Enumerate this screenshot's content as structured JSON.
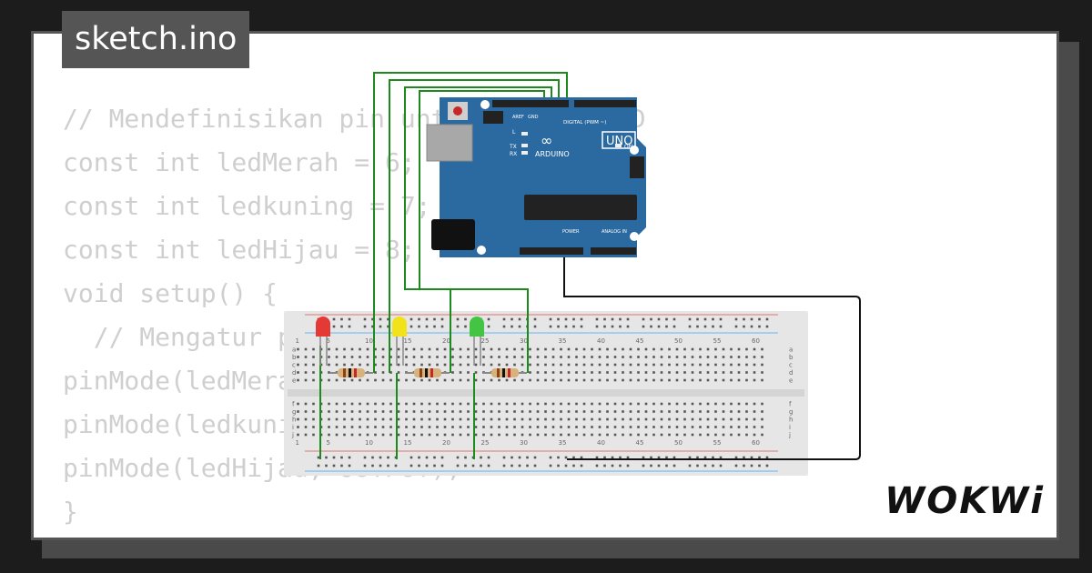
{
  "tab": {
    "title": "sketch.ino"
  },
  "code": {
    "lines": [
      "// Mendefinisikan pin untuk setiap LED",
      "const int ledMerah = 6;",
      "const int ledkuning = 7;",
      "const int ledHijau = 8;",
      "",
      "void setup() {",
      "  // Mengatur pin sebagai OUTPUT",
      "pinMode(ledMerah, OUTPUT);",
      "pinMode(ledkuning, OUTPUT);",
      "pinMode(ledHijau, OUTPUT);",
      "}"
    ]
  },
  "board": {
    "model": "UNO",
    "brand": "ARDUINO",
    "digital_label": "DIGITAL (PWM ~)",
    "analog_label": "ANALOG IN",
    "power_label": "POWER",
    "on_label": "ON",
    "l_label": "L",
    "tx_label": "TX",
    "rx_label": "RX",
    "aref_label": "AREF",
    "gnd_label": "GND",
    "color": "#2b6aa1"
  },
  "breadboard": {
    "column_numbers": [
      "1",
      "5",
      "10",
      "15",
      "20",
      "25",
      "30",
      "35",
      "40",
      "45",
      "50",
      "55",
      "60"
    ],
    "row_letters_top": [
      "a",
      "b",
      "c",
      "d",
      "e"
    ],
    "row_letters_bottom": [
      "f",
      "g",
      "h",
      "i",
      "j"
    ]
  },
  "leds": [
    {
      "name": "red",
      "color": "#e53935"
    },
    {
      "name": "yellow",
      "color": "#f2e21a"
    },
    {
      "name": "green",
      "color": "#43c543"
    }
  ],
  "wire_color": "#1d8a1d",
  "logo": {
    "text": "WOKWi"
  }
}
